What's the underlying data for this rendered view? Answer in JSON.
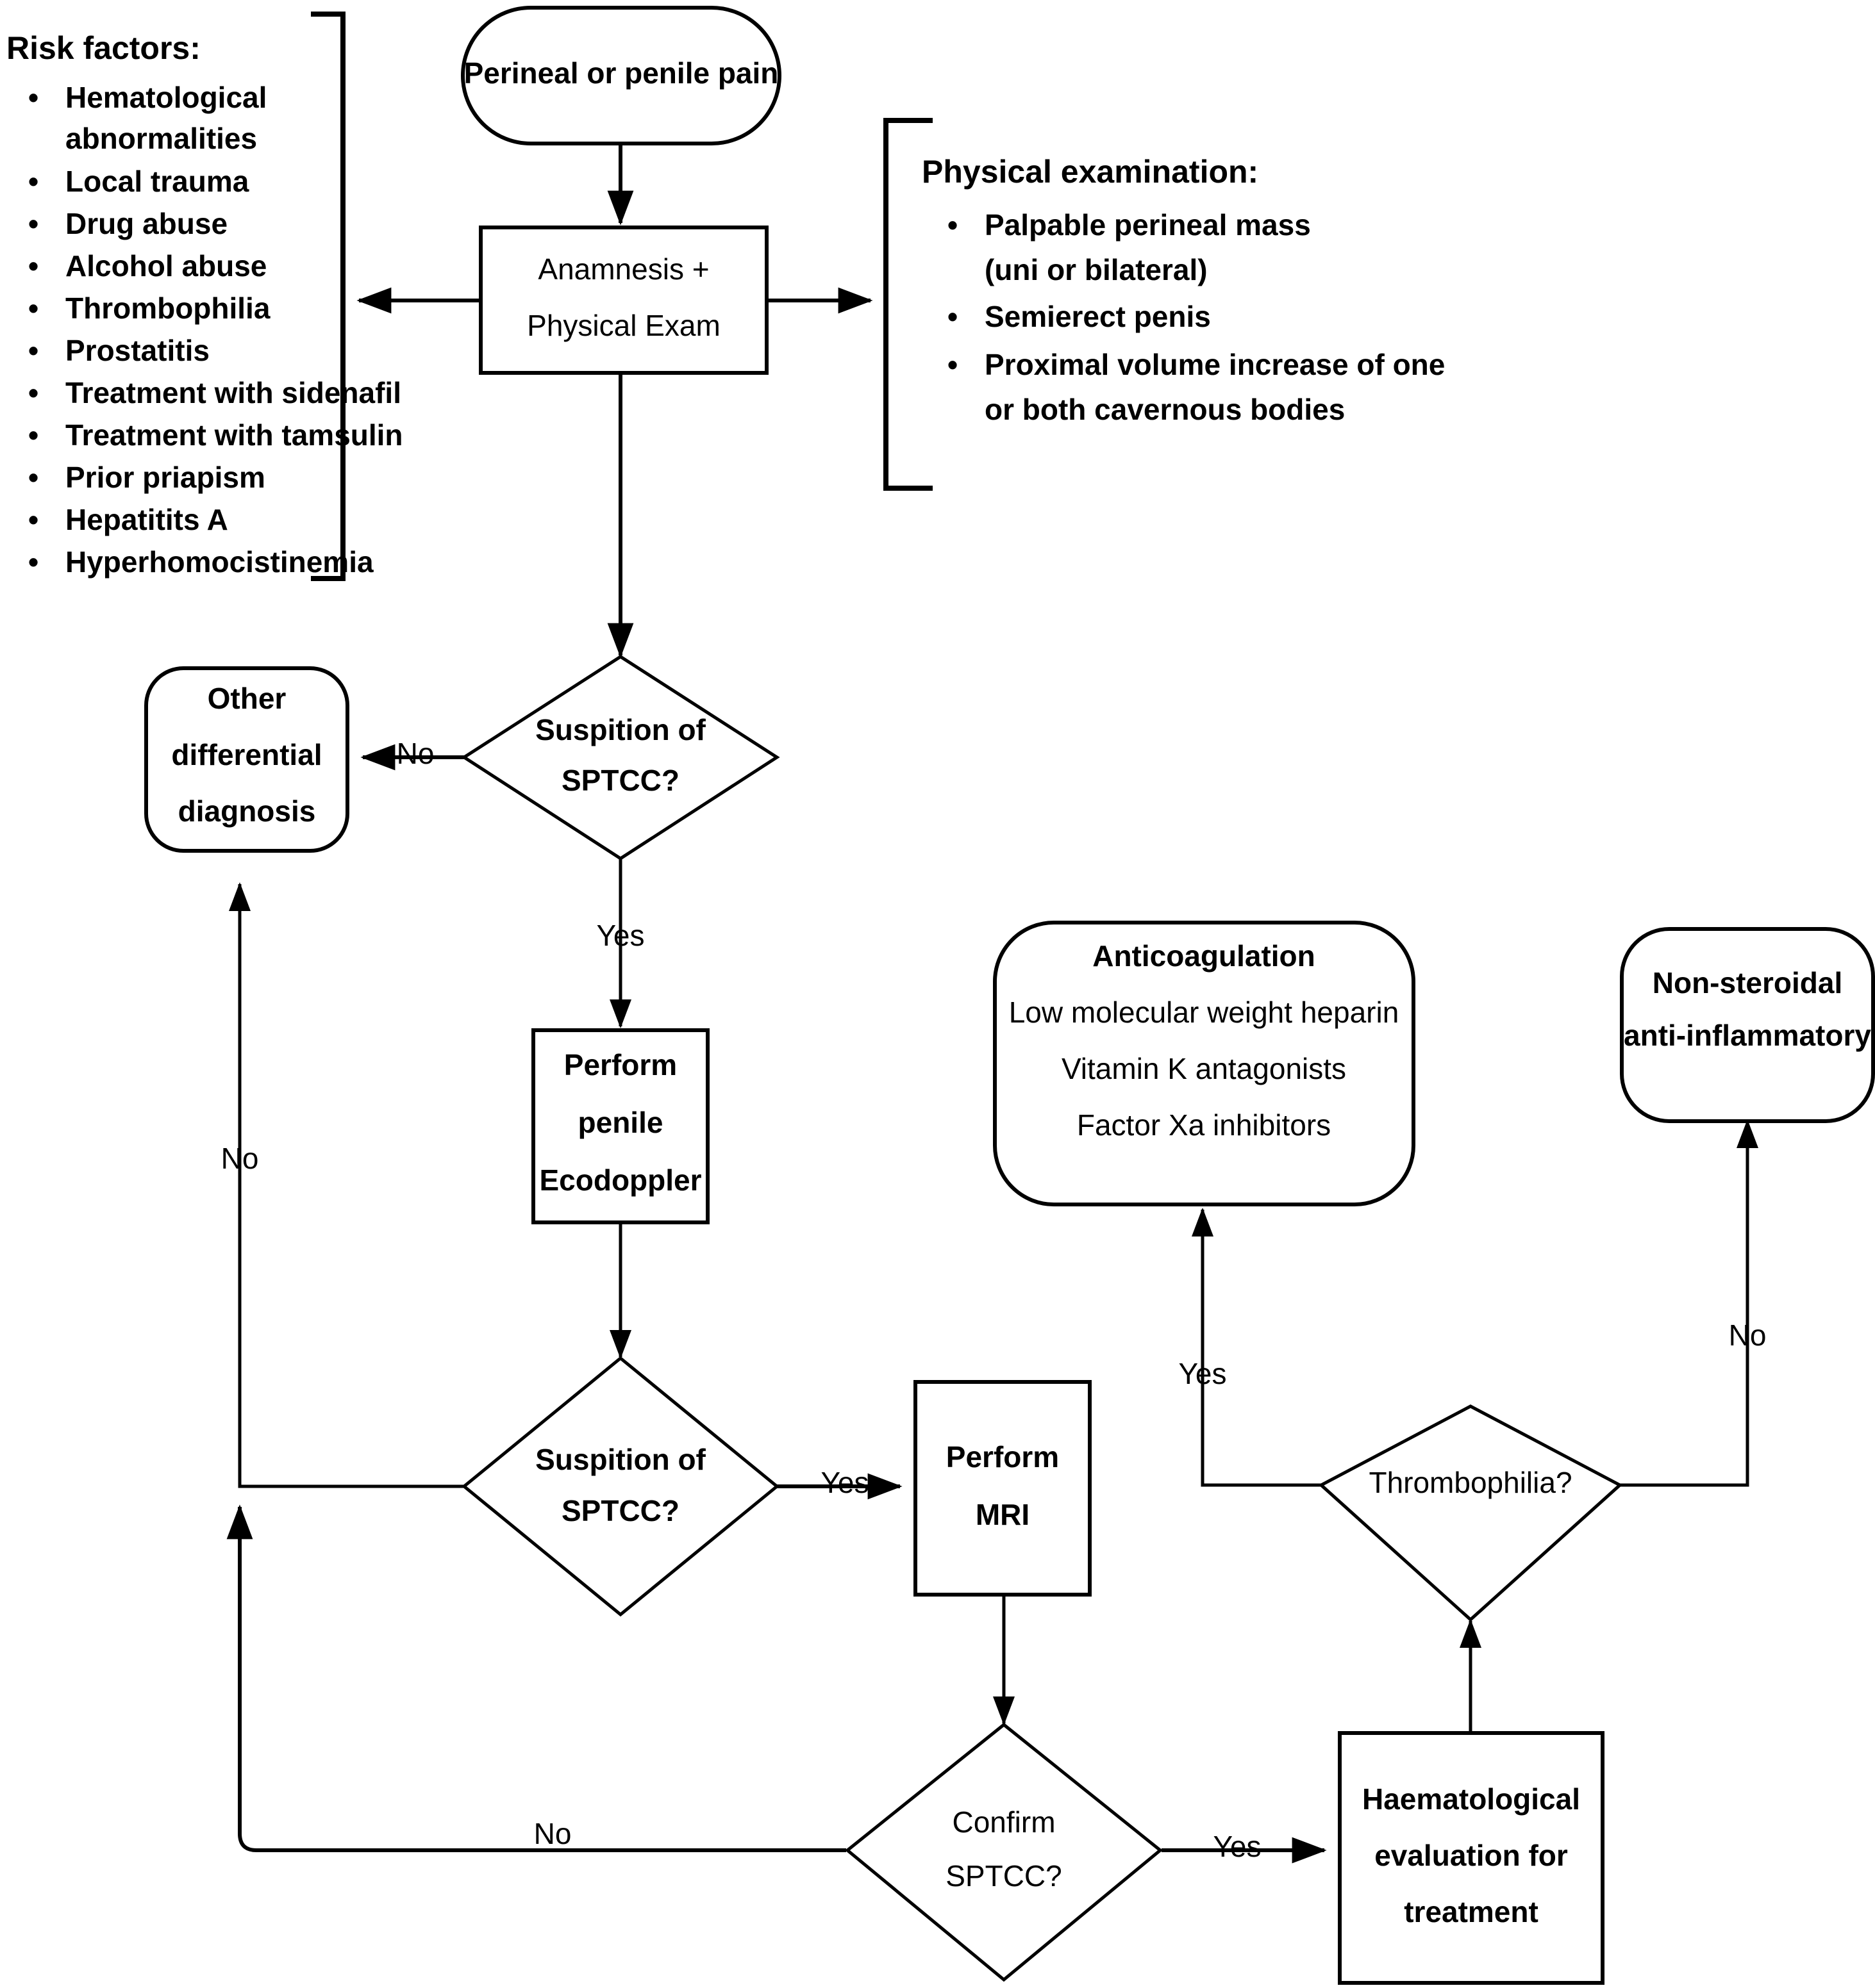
{
  "diagram": {
    "title": "SPTCC diagnostic and treatment flowchart",
    "stroke_color": "#000000",
    "fill_color": "#ffffff"
  },
  "risk_panel": {
    "heading": "Risk factors:",
    "items": [
      "Hematological",
      "abnormalities",
      "Local trauma",
      "Drug abuse",
      "Alcohol abuse",
      "Thrombophilia",
      "Prostatitis",
      "Treatment with sidenafil",
      "Treatment with tamsulin",
      "Prior priapism",
      "Hepatitits A",
      "Hyperhomocistinemia"
    ],
    "bullets": [
      {
        "line1": "Hematological",
        "line2": "abnormalities"
      },
      {
        "line1": "Local trauma",
        "line2": ""
      },
      {
        "line1": "Drug abuse",
        "line2": ""
      },
      {
        "line1": "Alcohol abuse",
        "line2": ""
      },
      {
        "line1": "Thrombophilia",
        "line2": ""
      },
      {
        "line1": "Prostatitis",
        "line2": ""
      },
      {
        "line1": "Treatment with sidenafil",
        "line2": ""
      },
      {
        "line1": "Treatment with tamsulin",
        "line2": ""
      },
      {
        "line1": "Prior priapism",
        "line2": ""
      },
      {
        "line1": "Hepatitits A",
        "line2": ""
      },
      {
        "line1": "Hyperhomocistinemia",
        "line2": ""
      }
    ],
    "bullet_glyph": "•"
  },
  "exam_panel": {
    "heading": "Physical examination:",
    "bullets": [
      {
        "line1": "Palpable perineal mass",
        "line2": "(uni or bilateral)"
      },
      {
        "line1": "Semierect penis",
        "line2": ""
      },
      {
        "line1": "Proximal volume increase of one",
        "line2": "or both cavernous bodies"
      }
    ],
    "bullet_glyph": "•"
  },
  "nodes": {
    "start": {
      "label": "Perineal or penile pain",
      "shape": "rounded"
    },
    "anamnesis": {
      "line1": "Anamnesis +",
      "line2": "Physical Exam",
      "shape": "rect"
    },
    "suspicion1": {
      "line1": "Suspition of",
      "line2": "SPTCC?",
      "shape": "diamond"
    },
    "other_dx": {
      "line1": "Other",
      "line2": "differential",
      "line3": "diagnosis",
      "shape": "rounded"
    },
    "ecodoppler": {
      "line1": "Perform",
      "line2": "penile",
      "line3": "Ecodoppler",
      "shape": "rect"
    },
    "suspicion2": {
      "line1": "Suspition of",
      "line2": "SPTCC?",
      "shape": "diamond"
    },
    "mri": {
      "line1": "Perform",
      "line2": "MRI",
      "shape": "rect"
    },
    "confirm": {
      "line1": "Confirm",
      "line2": "SPTCC?",
      "shape": "diamond"
    },
    "haem": {
      "line1": "Haematological",
      "line2": "evaluation for",
      "line3": "treatment",
      "shape": "rect"
    },
    "thrombophilia": {
      "label": "Thrombophilia?",
      "shape": "diamond"
    },
    "anticoagulation": {
      "title": "Anticoagulation",
      "line1": "Low molecular weight heparin",
      "line2": "Vitamin K antagonists",
      "line3": "Factor Xa inhibitors",
      "shape": "rounded"
    },
    "nsaid": {
      "line1": "Non-steroidal",
      "line2": "anti-inflammatory",
      "shape": "rounded"
    }
  },
  "edges": {
    "suspicion1_no": "No",
    "suspicion1_yes": "Yes",
    "other_dx_no": "No",
    "suspicion2_yes": "Yes",
    "confirm_no": "No",
    "confirm_yes": "Yes",
    "thrombophilia_yes": "Yes",
    "thrombophilia_no": "No"
  }
}
